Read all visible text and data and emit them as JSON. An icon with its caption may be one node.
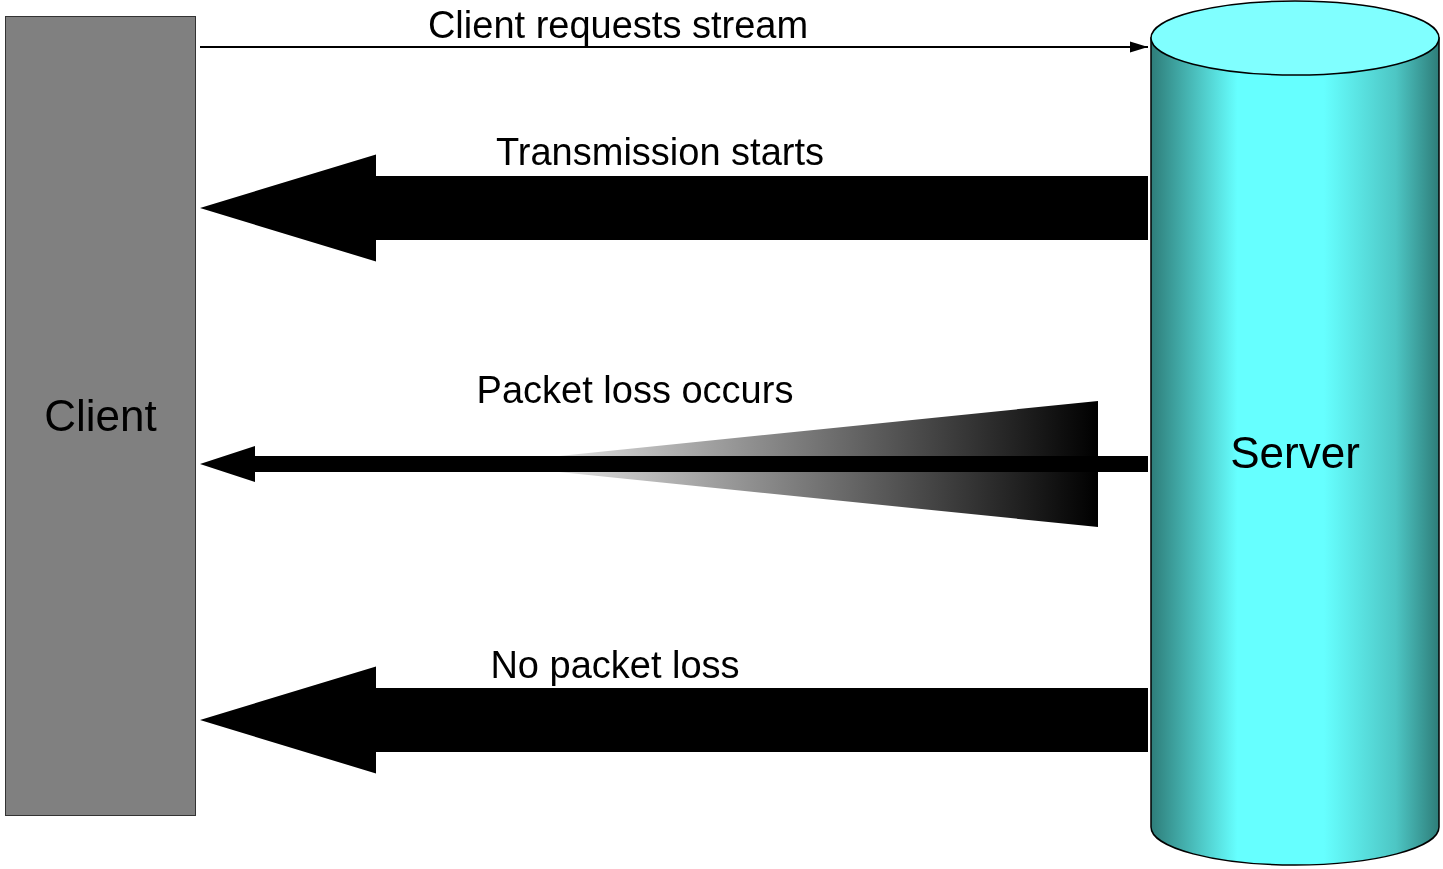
{
  "diagram": {
    "nodes": [
      {
        "text": [
          "Client"
        ]
      },
      {
        "text": [
          "Server"
        ]
      }
    ],
    "edges": [
      {
        "from": 0,
        "to": 1,
        "arrow": "to",
        "label": "Client requests stream"
      },
      {
        "from": 1,
        "to": 0,
        "arrow": "to",
        "label": "Transmission starts",
        "style": "thick"
      },
      {
        "from": 1,
        "to": 0,
        "arrow": "to",
        "label": "Packet loss occurs",
        "style": "thick"
      },
      {
        "from": 1,
        "to": 0,
        "arrow": "to",
        "label": "No packet loss",
        "style": "thick"
      }
    ]
  }
}
